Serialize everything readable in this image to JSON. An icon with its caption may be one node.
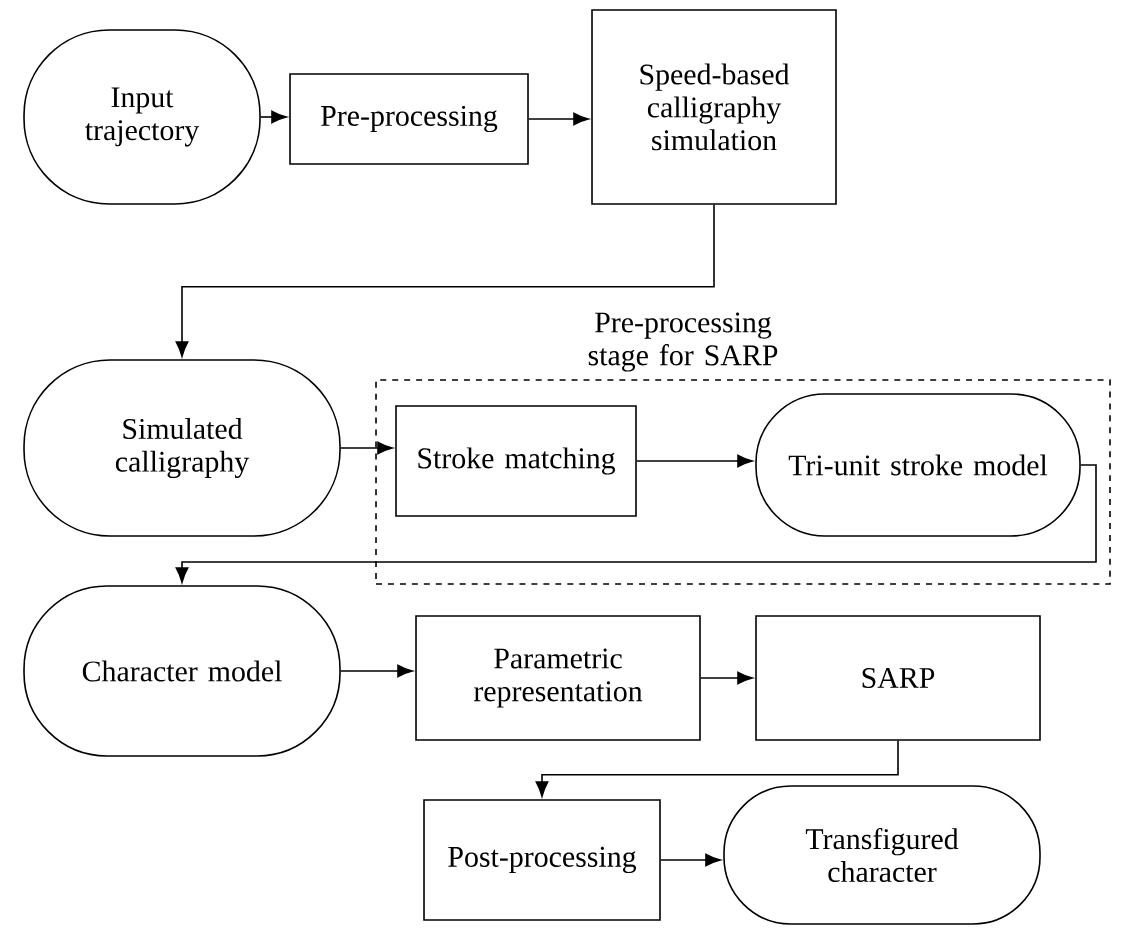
{
  "diagram": {
    "nodes": [
      {
        "text": [
          "Input trajectory"
        ]
      },
      {
        "text": [
          "Pre-processing"
        ]
      },
      {
        "text": [
          "Speed-based calligraphy simulation"
        ]
      },
      {
        "text": [
          "Simulated calligraphy"
        ]
      },
      {
        "text": [
          "Pre-processing stage for SARP"
        ]
      },
      {
        "text": [
          "Stroke matching"
        ],
        "in": 4
      },
      {
        "text": [
          "Tri-unit stroke model"
        ],
        "in": 4
      },
      {
        "text": [
          "Character model"
        ]
      },
      {
        "text": [
          "Parametric representation"
        ]
      },
      {
        "text": [
          "SARP"
        ]
      },
      {
        "text": [
          "Post-processing"
        ]
      },
      {
        "text": [
          "Transfigured character"
        ]
      }
    ],
    "edges": [
      {
        "from": 0,
        "to": 1,
        "arrow": "to"
      },
      {
        "from": 1,
        "to": 2,
        "arrow": "to"
      },
      {
        "from": 2,
        "to": 3,
        "arrow": "to"
      },
      {
        "from": 3,
        "to": 5,
        "arrow": "to"
      },
      {
        "from": 5,
        "to": 6,
        "arrow": "to"
      },
      {
        "from": 6,
        "to": 7,
        "arrow": "to"
      },
      {
        "from": 7,
        "to": 8,
        "arrow": "to"
      },
      {
        "from": 8,
        "to": 9,
        "arrow": "to"
      },
      {
        "from": 9,
        "to": 10,
        "arrow": "to"
      },
      {
        "from": 10,
        "to": 11,
        "arrow": "to"
      }
    ]
  }
}
